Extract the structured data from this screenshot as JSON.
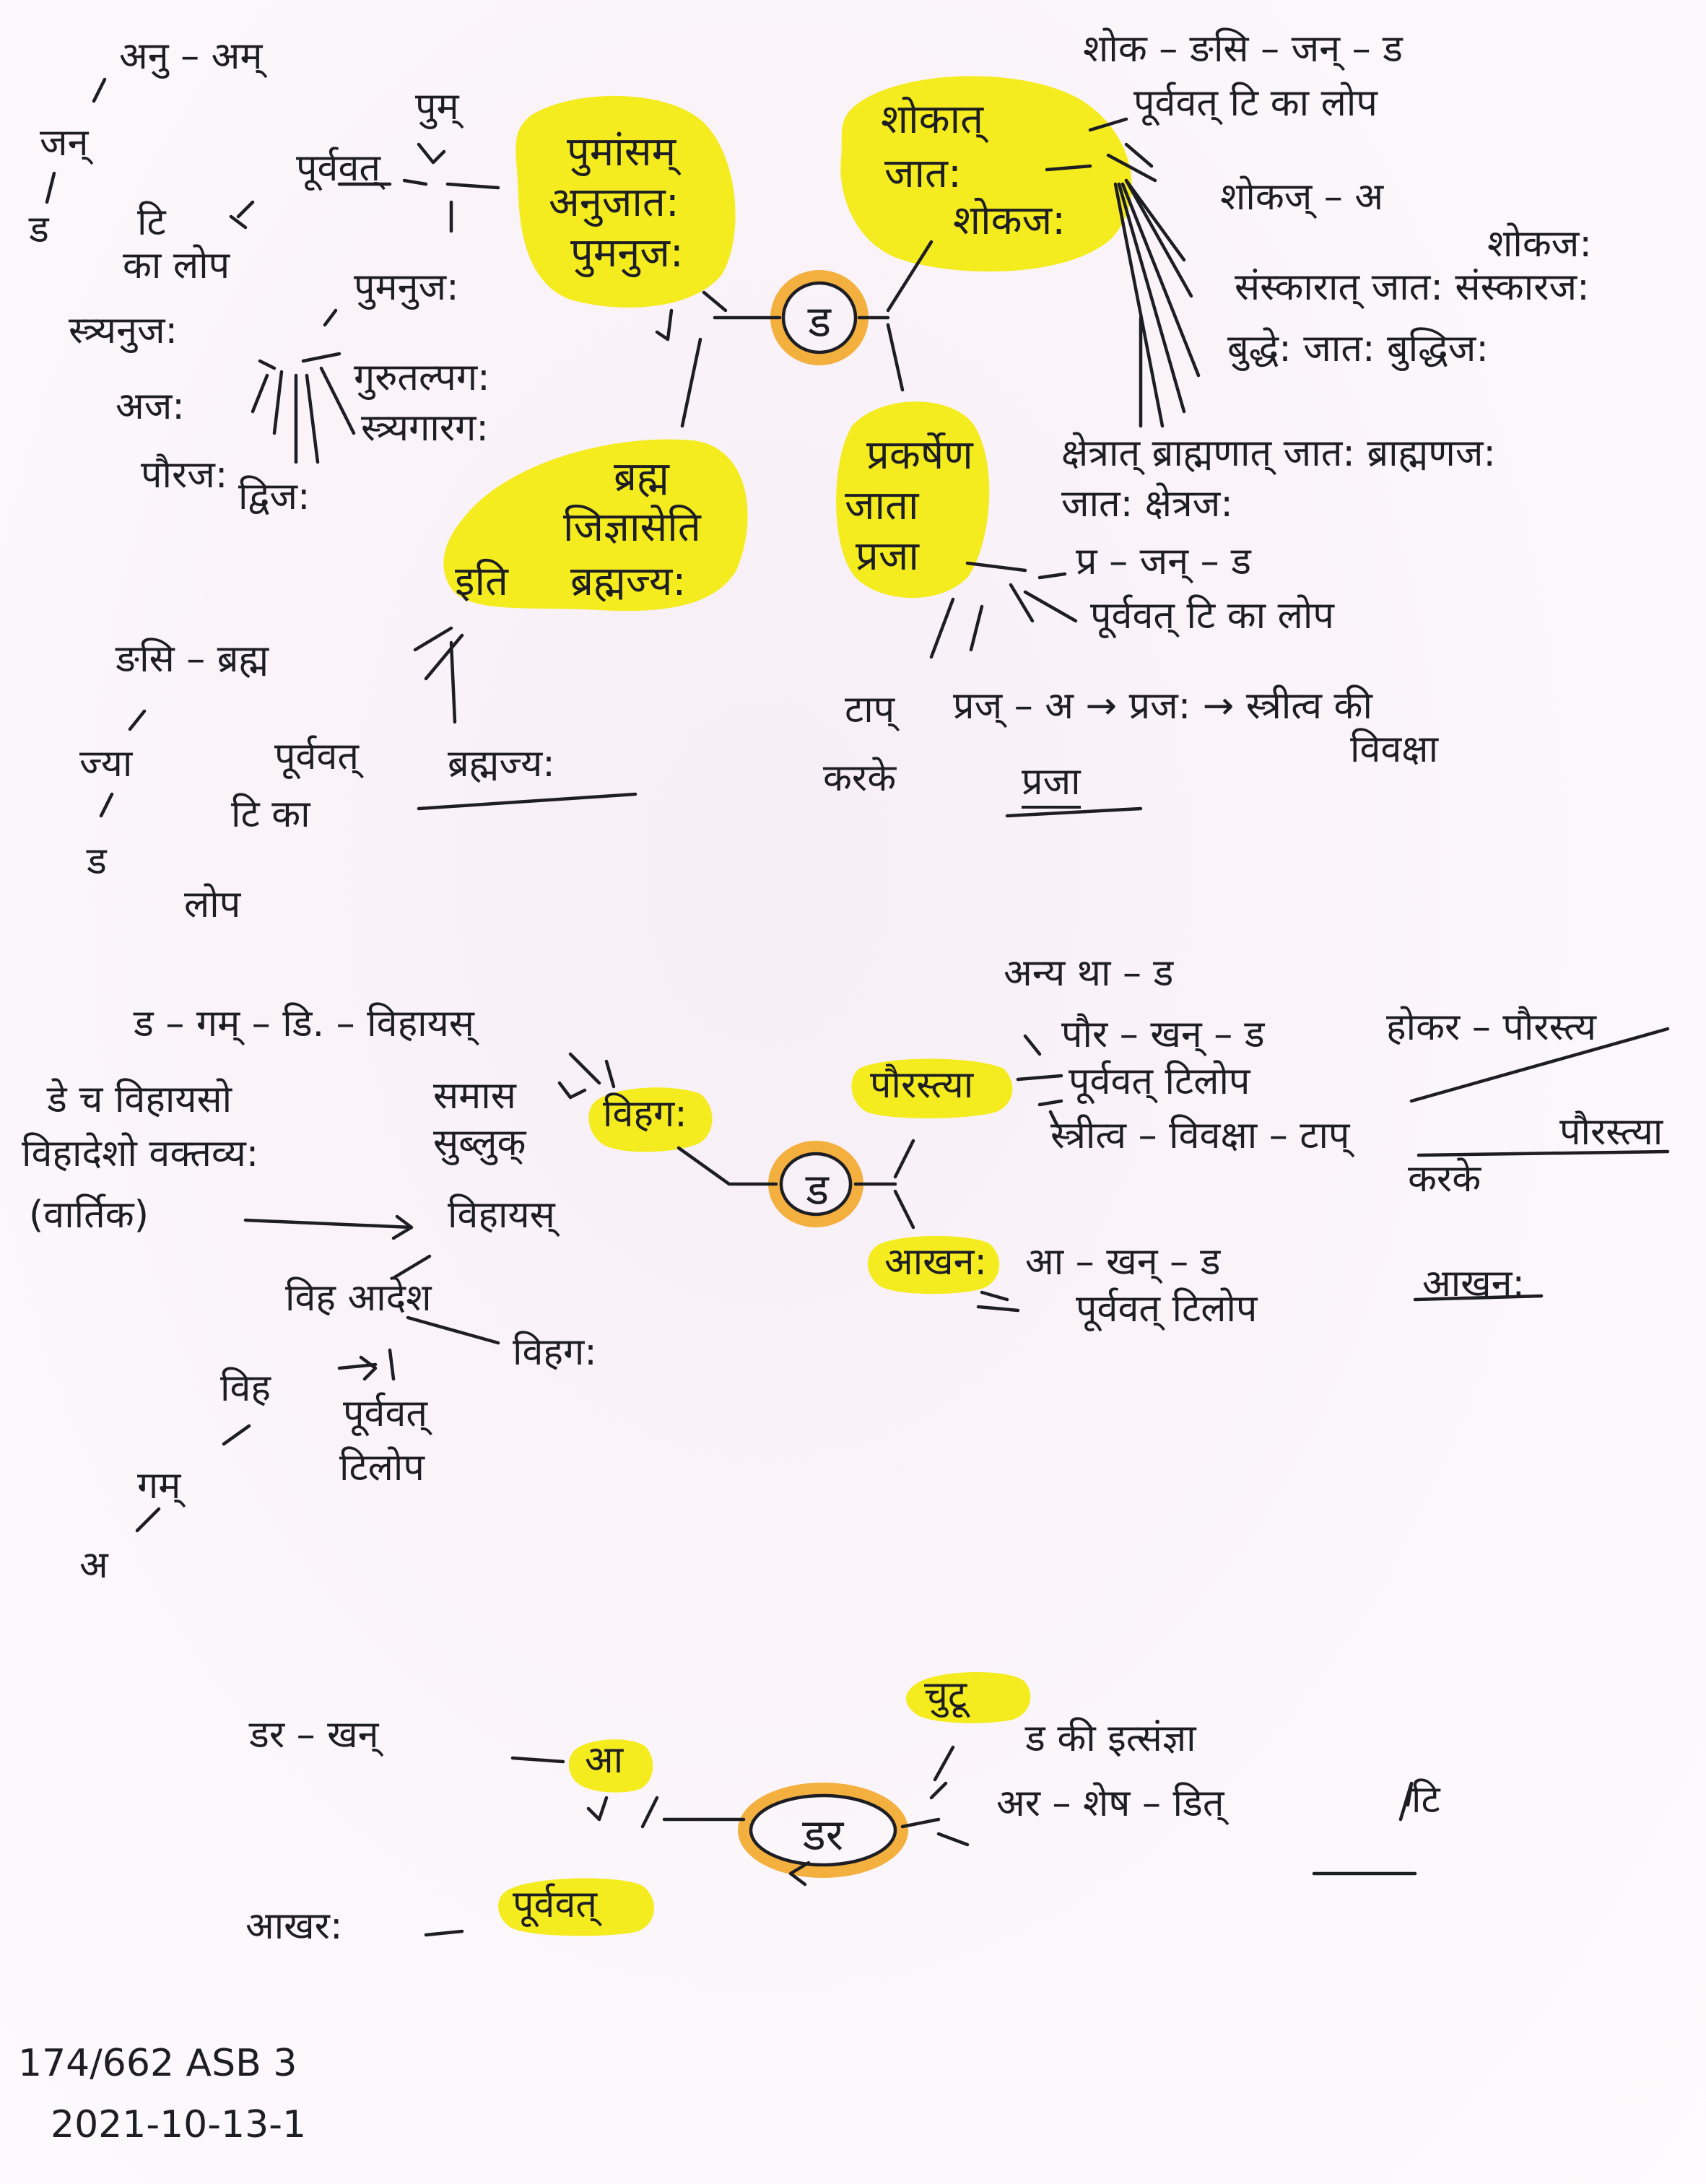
{
  "centers": {
    "d1": "ड",
    "d2": "ड",
    "dr": "डर"
  },
  "section1": {
    "pumas_bubble": [
      "पुमांसम्",
      "अनुजात:",
      "पुमनुज:"
    ],
    "shokat_bubble": [
      "शोकात्",
      "जात:",
      "शोकज:"
    ],
    "brahma_bubble": [
      "ब्रह्म",
      "जिज्ञासेति",
      "इति",
      "ब्रह्मज्य:"
    ],
    "prakarsh_bubble": [
      "प्रकर्षेण",
      "जाता",
      "प्रजा"
    ],
    "anu_am": "अनु – अम्",
    "pum": "पुम्",
    "jan": "जन्",
    "d_left": "ड",
    "ti_ka_lop": [
      "टि",
      "का लोप"
    ],
    "purvavat1": "पूर्ववत्",
    "pumanuj": "पुमनुज:",
    "stryanuj": "स्त्र्यनुज:",
    "guru_talpag": "गुरुतल्पग:",
    "anj": "अज:",
    "stryagarag": "स्त्र्यगारग:",
    "pauraj": "पौरज:",
    "dvij": "द्विज:",
    "shok_row": "शोक – ङसि – जन् – ड",
    "purvavat_shok": "पूर्ववत् टि का लोप",
    "shokaj_a": "शोकज् – अ",
    "shokaj_result": "शोकज:",
    "sanskar": "संस्कारात् जात: संस्कारज:",
    "buddhi": "बुद्धे: जात: बुद्धिज:",
    "kshetra": "क्षेत्रात् ब्राह्मणात् जात: ब्राह्मणज:",
    "kshetraj": "जात: क्षेत्रज:",
    "prajan_row": "प्र – जन् – ड",
    "purvavat_prajan": "पूर्ववत् टि का लोप",
    "tap": "टाप्",
    "karke": "करके",
    "praj_row": "प्रज् – अ → प्रज: → स्त्रीत्व की",
    "vivaksha": "विवक्षा",
    "praja_result": "प्रजा",
    "dasi_brahma": "ङसि – ब्रह्म",
    "jya": "ज्या",
    "d_bottom": "ड",
    "purvavat_brahma": "पूर्ववत्",
    "ti_ka": "टि का",
    "lop": "लोप",
    "brahmajya_result": "ब्रह्मज्य:"
  },
  "section2": {
    "vihag_bubble": "विहग:",
    "paurastya_bubble": "पौरस्त्या",
    "aakhan_bubble": "आखन:",
    "row1": "ड – गम् – डि. – विहायस्",
    "line_a": "डे च विहायसो",
    "line_b": "विहादेशो वक्तव्य:",
    "line_c": "(वार्तिक)",
    "samas": "समास",
    "sulluk": "सुब्लुक्",
    "vihayas": "विहायस्",
    "vih_adesh": "विह आदेश",
    "vihag_result": "विहग:",
    "vih": "विह",
    "purvavat_vih": [
      "पूर्ववत्",
      "टिलोप"
    ],
    "gam": "गम्",
    "a": "अ",
    "anya_row": "अन्य था – ड",
    "paur_row": "पौर – खन् – ड",
    "purvavat_paur": "पूर्ववत् टिलोप",
    "hokar": "होकर – पौरस्त्य",
    "stritva_row": "स्त्रीत्व – विवक्षा – टाप्",
    "karke2": "करके",
    "paurastya_result": "पौरस्त्या",
    "aa_khan_row": "आ – खन् – ड",
    "purvavat_aa": "पूर्ववत् टिलोप",
    "aakhan_result": "आखन:"
  },
  "section3": {
    "dr_khan": "डर – खन्",
    "aa_bubble": "आ",
    "chutu_bubble": "चुटू",
    "d_ka": "ड की इत्संज्ञा",
    "ar_shesh": "अर – शेष – डित्",
    "ti": "टि",
    "aakhar": "आखर:",
    "purvavat_bubble": "पूर्ववत्"
  },
  "footer": {
    "ref": "174/662 ASB 3",
    "date": "2021-10-13-1"
  }
}
